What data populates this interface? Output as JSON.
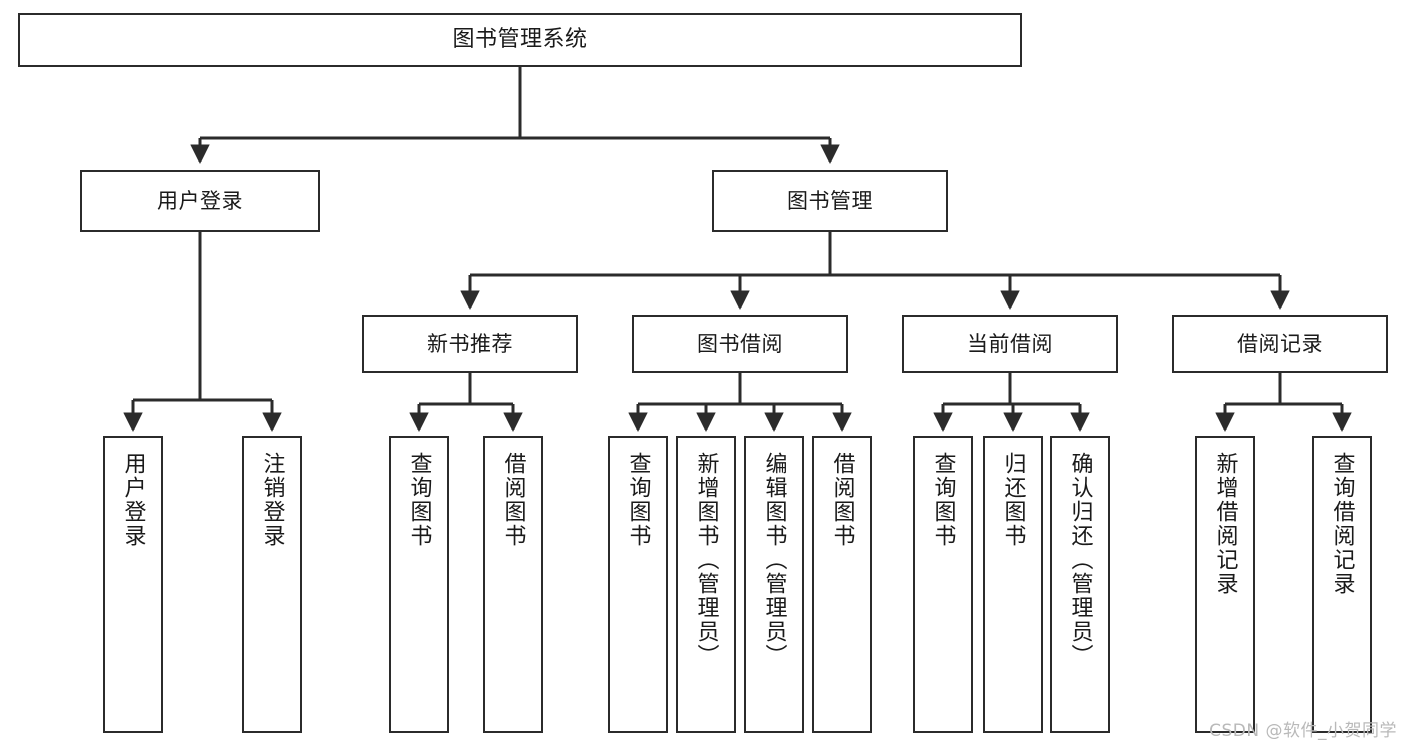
{
  "diagram": {
    "title": "图书管理系统",
    "watermark": "CSDN @软件_小贺同学",
    "accent_color": "#2b2b2b",
    "background_color": "#ffffff",
    "nodes": {
      "root": {
        "label": "图书管理系统"
      },
      "level2": [
        {
          "label": "用户登录"
        },
        {
          "label": "图书管理"
        }
      ],
      "level3": [
        {
          "label": "新书推荐"
        },
        {
          "label": "图书借阅"
        },
        {
          "label": "当前借阅"
        },
        {
          "label": "借阅记录"
        }
      ],
      "leaves": {
        "user_login": [
          {
            "label": "用户登录"
          },
          {
            "label": "注销登录"
          }
        ],
        "new_book": [
          {
            "label": "查询图书"
          },
          {
            "label": "借阅图书"
          }
        ],
        "borrow_book": [
          {
            "label": "查询图书"
          },
          {
            "label": "新增图书（管理员）"
          },
          {
            "label": "编辑图书（管理员）"
          },
          {
            "label": "借阅图书"
          }
        ],
        "current_borrow": [
          {
            "label": "查询图书"
          },
          {
            "label": "归还图书"
          },
          {
            "label": "确认归还（管理员）"
          }
        ],
        "borrow_record": [
          {
            "label": "新增借阅记录"
          },
          {
            "label": "查询借阅记录"
          }
        ]
      }
    }
  }
}
